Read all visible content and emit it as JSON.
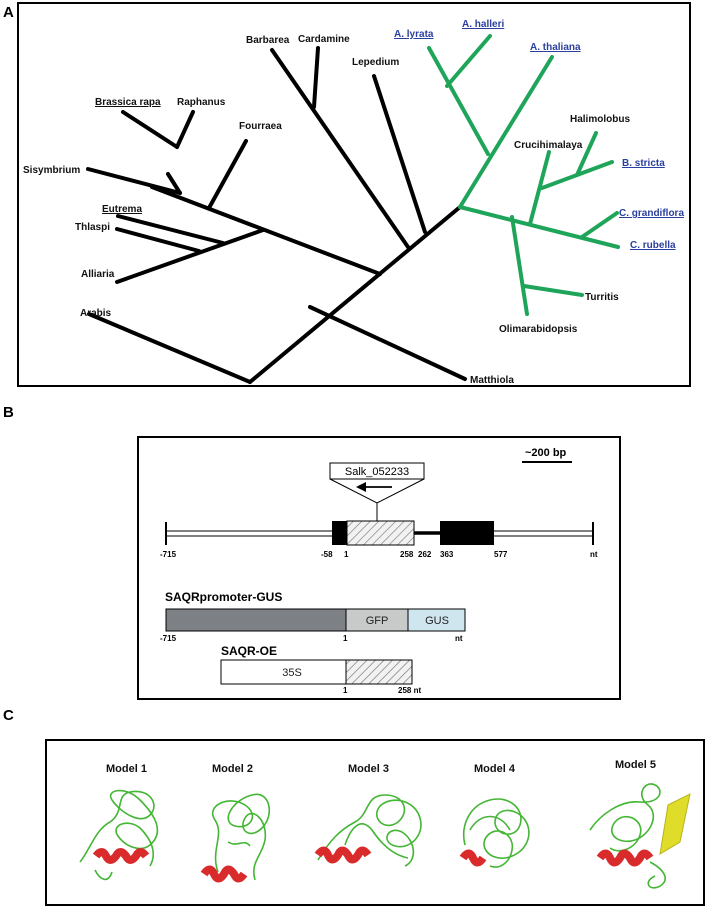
{
  "panels": {
    "a": "A",
    "b": "B",
    "c": "C"
  },
  "tree": {
    "labels": {
      "barbarea": "Barbarea",
      "cardamine": "Cardamine",
      "lepedium": "Lepedium",
      "a_lyrata": "A. lyrata",
      "a_halleri": "A. halleri",
      "a_thaliana": "A. thaliana",
      "brassica_rapa": "Brassica rapa",
      "raphanus": "Raphanus",
      "fourraea": "Fourraea",
      "halimolobus": "Halimolobus",
      "crucihimalaya": "Crucihimalaya",
      "b_stricta": "B. stricta",
      "sisymbrium": "Sisymbrium",
      "eutrema": "Eutrema",
      "thlaspi": "Thlaspi",
      "c_grandiflora": "C. grandiflora",
      "c_rubella": "C. rubella",
      "alliaria": "Alliaria",
      "turritis": "Turritis",
      "olimarabidopsis": "Olimarabidopsis",
      "arabis": "Arabis",
      "matthiola": "Matthiola"
    },
    "colors": {
      "arabidopsis_clade": "#1fa55a",
      "other": "#000000",
      "link_text": "#2a3f9e"
    }
  },
  "gene": {
    "scale_label": "~200 bp",
    "insertion_label": "Salk_052233",
    "ticks": {
      "m715": "-715",
      "m58": "-58",
      "p1": "1",
      "p258": "258",
      "p262": "262",
      "p363": "363",
      "p577": "577",
      "nt": "nt"
    },
    "construct1": {
      "title": "SAQRpromoter-GUS",
      "gfp": "GFP",
      "gus": "GUS",
      "tick_start": "-715",
      "tick_mid": "1",
      "tick_end": "nt"
    },
    "construct2": {
      "title": "SAQR-OE",
      "promoter": "35S",
      "tick_mid": "1",
      "tick_end": "258 nt"
    },
    "colors": {
      "promoter_gray": "#7d8186",
      "gfp": "#c8c9c9",
      "gus": "#cfe6ef",
      "exon": "#000000"
    }
  },
  "models": {
    "titles": [
      "Model 1",
      "Model 2",
      "Model 3",
      "Model 4",
      "Model 5"
    ],
    "colors": {
      "coil": "#44b534",
      "helix": "#d92b2b",
      "strand": "#e0dc2a"
    }
  }
}
